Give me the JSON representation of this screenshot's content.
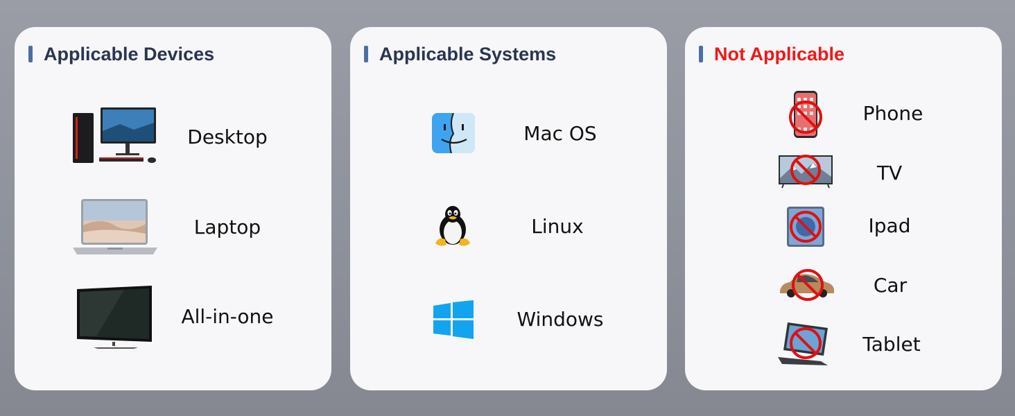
{
  "cards": {
    "devices": {
      "title": "Applicable Devices",
      "items": [
        {
          "label": "Desktop",
          "icon": "desktop-computer-icon"
        },
        {
          "label": "Laptop",
          "icon": "laptop-icon"
        },
        {
          "label": "All-in-one",
          "icon": "all-in-one-monitor-icon"
        }
      ]
    },
    "systems": {
      "title": "Applicable Systems",
      "items": [
        {
          "label": "Mac OS",
          "icon": "macos-finder-icon"
        },
        {
          "label": "Linux",
          "icon": "linux-tux-icon"
        },
        {
          "label": "Windows",
          "icon": "windows-logo-icon"
        }
      ]
    },
    "not_applicable": {
      "title": "Not Applicable",
      "items": [
        {
          "label": "Phone",
          "icon": "phone-prohibited-icon"
        },
        {
          "label": "TV",
          "icon": "tv-prohibited-icon"
        },
        {
          "label": "Ipad",
          "icon": "ipad-prohibited-icon"
        },
        {
          "label": "Car",
          "icon": "car-prohibited-icon"
        },
        {
          "label": "Tablet",
          "icon": "tablet-prohibited-icon"
        }
      ]
    }
  },
  "colors": {
    "accent_bar": "#4a6fa5",
    "title_dark": "#2a3550",
    "title_red": "#f01818",
    "prohibited_red": "#e01010"
  }
}
